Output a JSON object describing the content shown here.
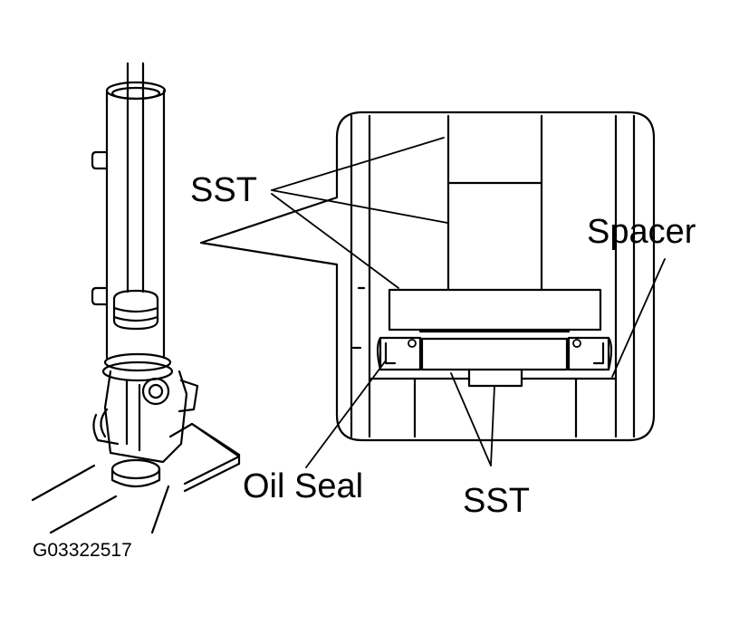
{
  "labels": {
    "sst_top": "SST",
    "spacer": "Spacer",
    "oil_seal": "Oil Seal",
    "sst_bottom": "SST",
    "figure_code": "G03322517"
  },
  "colors": {
    "line": "#000000",
    "background": "#ffffff"
  }
}
